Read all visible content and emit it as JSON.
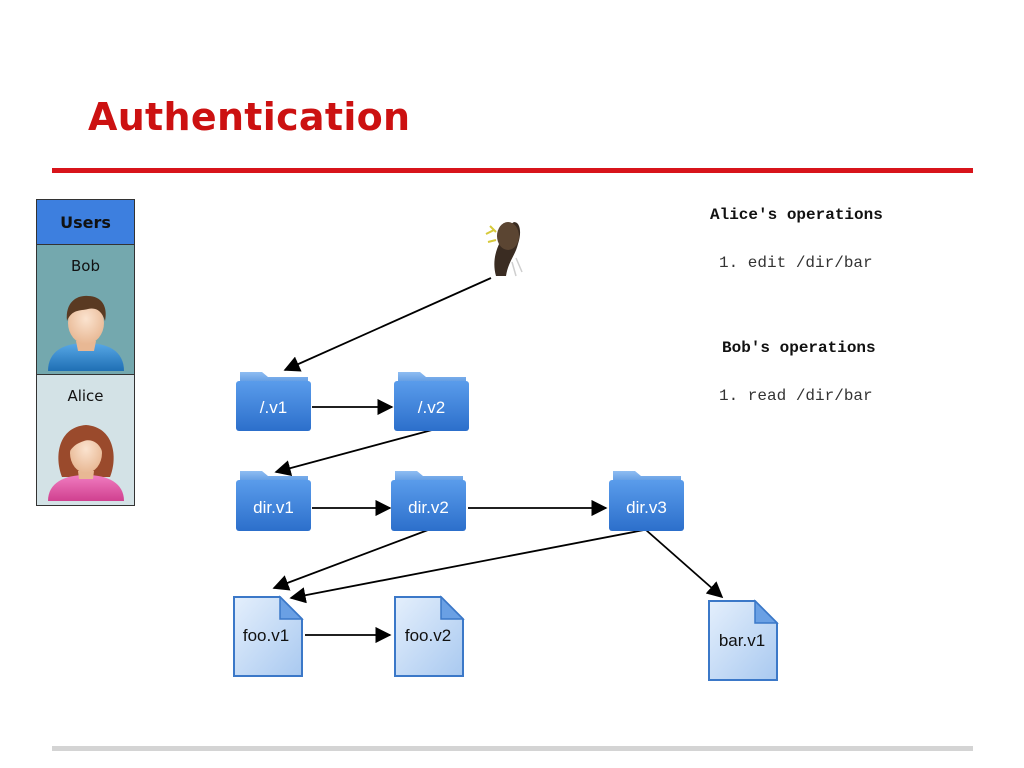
{
  "slide": {
    "title": "Authentication"
  },
  "users": {
    "header": "Users",
    "list": [
      {
        "name": "Bob",
        "avatar": "male-user-avatar"
      },
      {
        "name": "Alice",
        "avatar": "female-user-avatar"
      }
    ]
  },
  "diagram": {
    "root_icon": "attacker-mask-icon",
    "folders": [
      "/.v1",
      "/.v2",
      "dir.v1",
      "dir.v2",
      "dir.v3"
    ],
    "files": [
      "foo.v1",
      "foo.v2",
      "bar.v1"
    ],
    "colors": {
      "folder": "#3f86de",
      "file": "#bcd6f5",
      "arrow": "#000000"
    }
  },
  "operations": {
    "alice": {
      "heading": "Alice's operations",
      "items": [
        "1. edit /dir/bar"
      ]
    },
    "bob": {
      "heading": "Bob's operations",
      "items": [
        "1. read /dir/bar"
      ]
    }
  },
  "colors": {
    "accent": "#d8141b",
    "title": "#cc1111",
    "users_header": "#3d7fdf"
  }
}
